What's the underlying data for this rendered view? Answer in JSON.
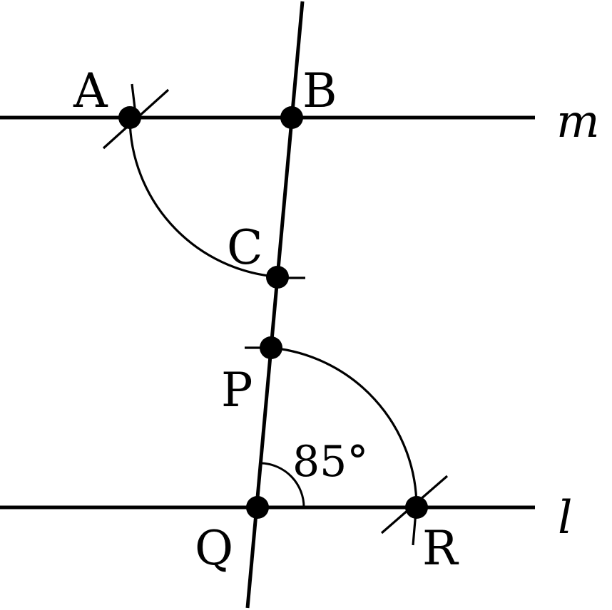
{
  "points": {
    "A": "A",
    "B": "B",
    "C": "C",
    "P": "P",
    "Q": "Q",
    "R": "R"
  },
  "lines": {
    "m": "m",
    "l": "l"
  },
  "angle": {
    "label": "85°",
    "value_deg": 85
  }
}
